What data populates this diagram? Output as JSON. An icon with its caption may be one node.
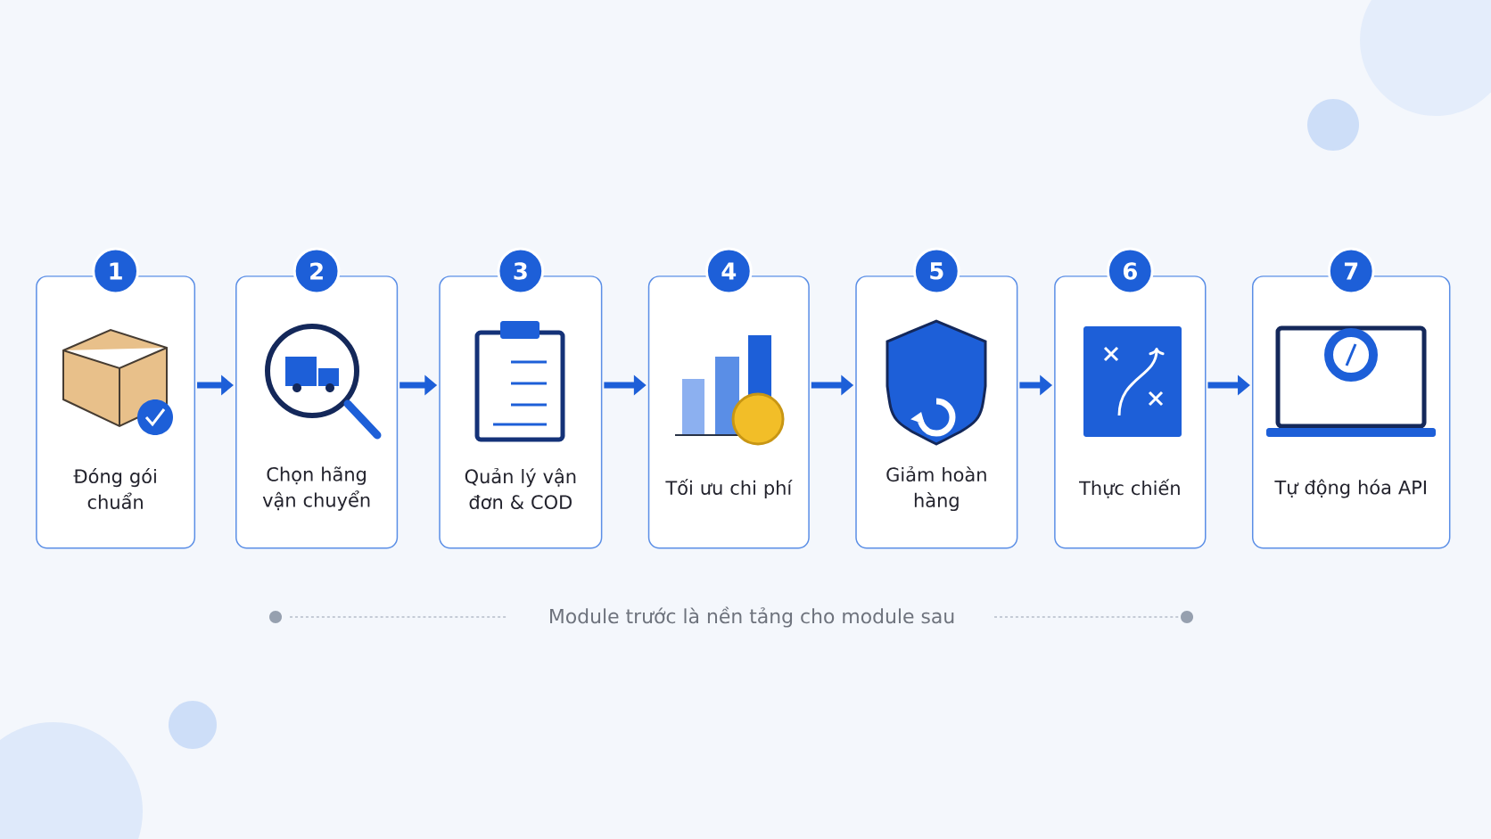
{
  "diagram": {
    "nodes": [
      {
        "text": [
          "1",
          "Đóng gói chuẩn"
        ]
      },
      {
        "text": [
          "2",
          "Chọn hãng vận chuyển"
        ]
      },
      {
        "text": [
          "3",
          "Quản lý vận đơn & COD"
        ]
      },
      {
        "text": [
          "4",
          "Tối ưu chi phí"
        ]
      },
      {
        "text": [
          "5",
          "Giảm hoàn hàng"
        ]
      },
      {
        "text": [
          "6",
          "Thực chiến"
        ]
      },
      {
        "text": [
          "7",
          "Tự động hóa API"
        ]
      }
    ],
    "edges": [
      {
        "from": 0,
        "to": 1,
        "arrow": "to"
      },
      {
        "from": 1,
        "to": 2,
        "arrow": "to"
      },
      {
        "from": 2,
        "to": 3,
        "arrow": "to"
      },
      {
        "from": 3,
        "to": 4,
        "arrow": "to"
      },
      {
        "from": 4,
        "to": 5,
        "arrow": "to"
      },
      {
        "from": 5,
        "to": 6,
        "arrow": "to"
      }
    ],
    "labels": [
      "Module trước là nền tảng cho module sau"
    ]
  }
}
